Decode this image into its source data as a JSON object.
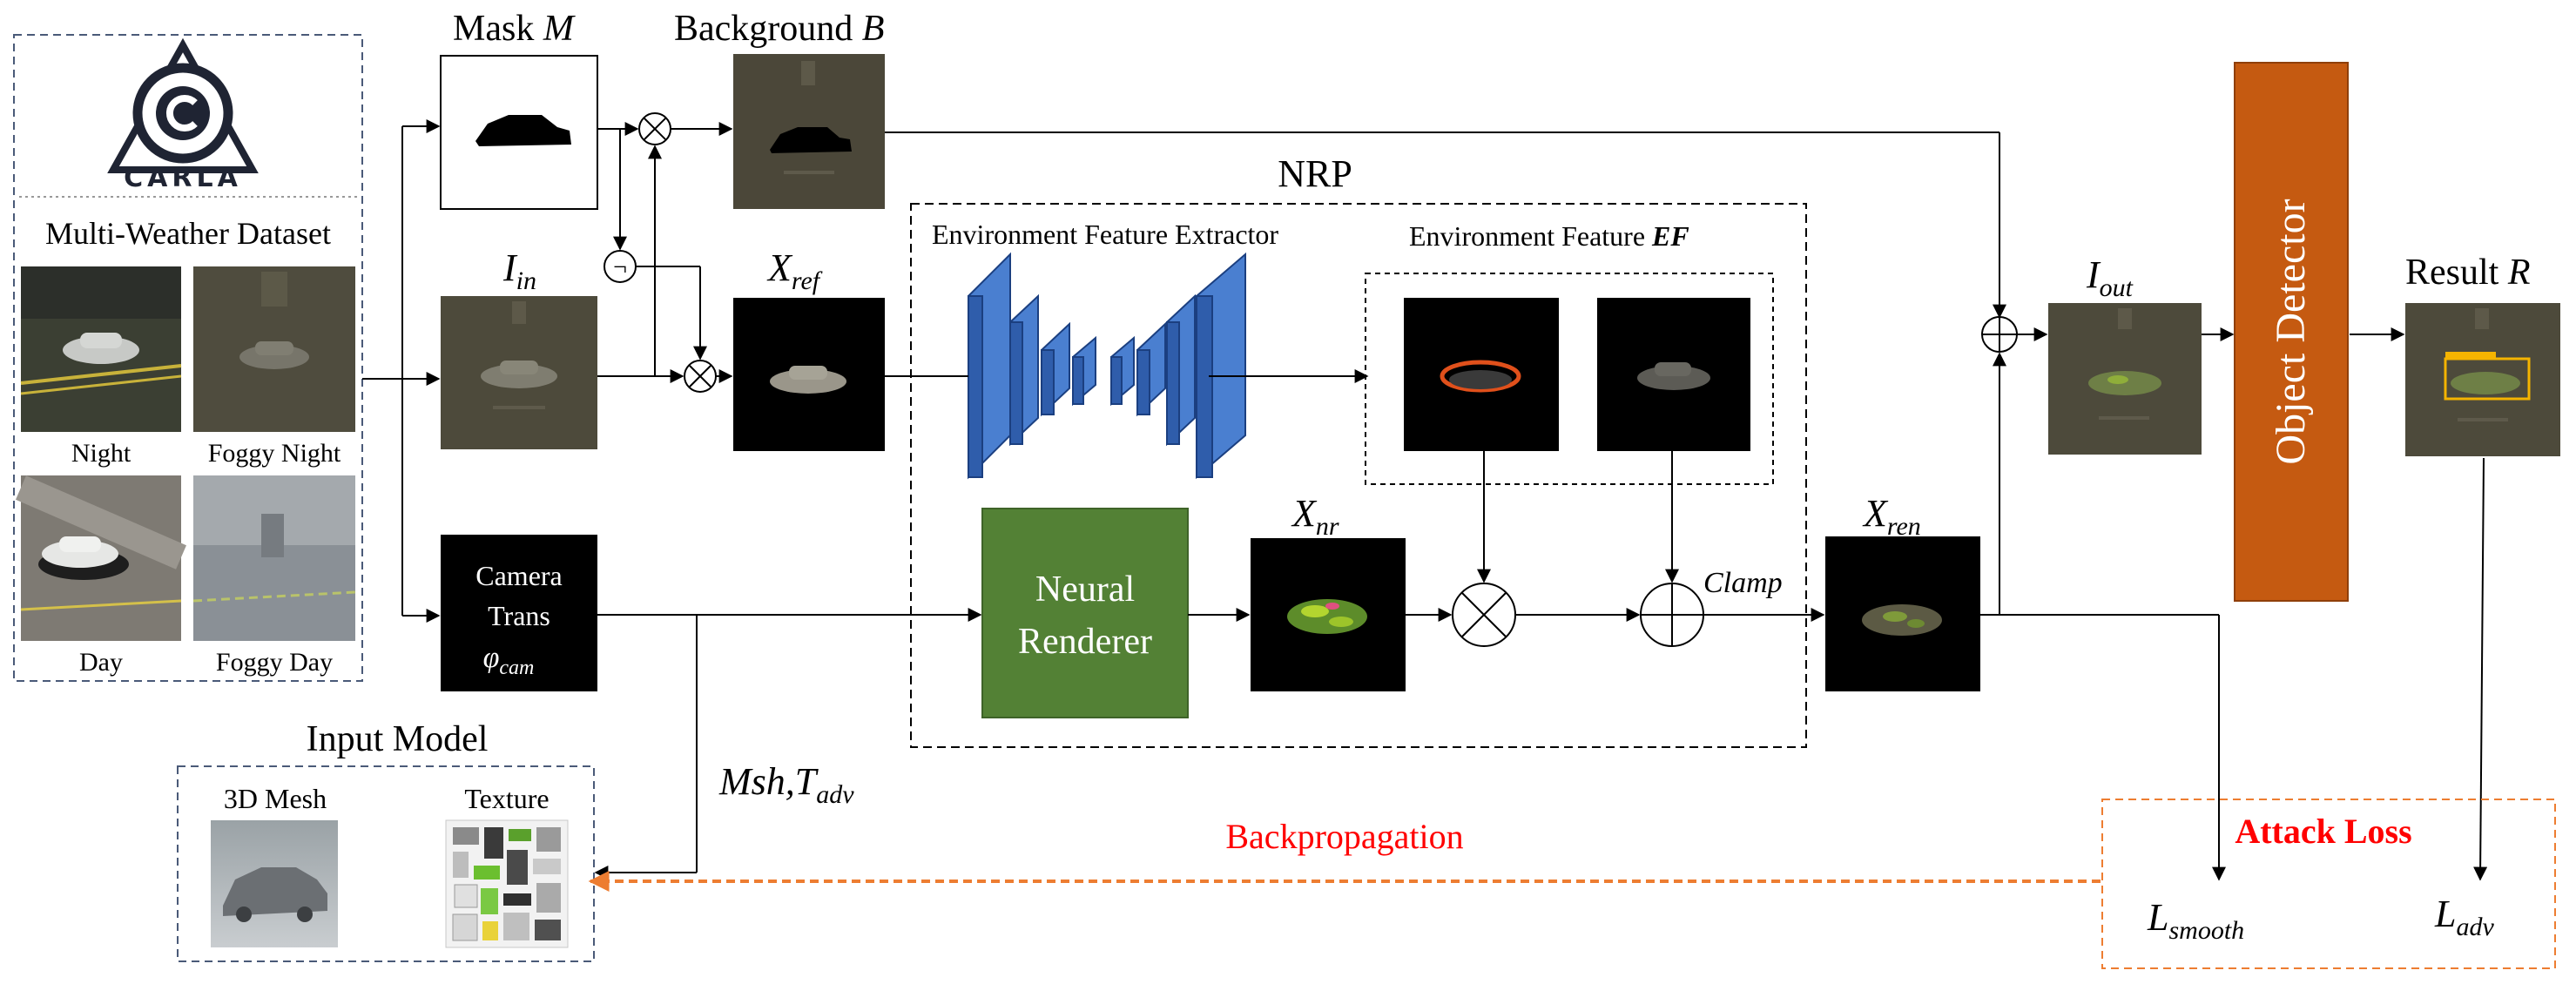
{
  "dataset": {
    "logo_text": "CARLA",
    "title": "Multi-Weather Dataset",
    "captions": [
      "Night",
      "Foggy Night",
      "Day",
      "Foggy Day"
    ]
  },
  "labels": {
    "mask_prefix": "Mask ",
    "mask_symbol": "M",
    "background_prefix": "Background ",
    "background_symbol": "B",
    "i_in_base": "I",
    "i_in_sub": "in",
    "x_ref_base": "X",
    "x_ref_sub": "ref",
    "x_nr_base": "X",
    "x_nr_sub": "nr",
    "x_ren_base": "X",
    "x_ren_sub": "ren",
    "i_out_base": "I",
    "i_out_sub": "out",
    "result_prefix": "Result ",
    "result_symbol": "R",
    "nrp_title": "NRP",
    "efe_title": "Environment  Feature Extractor",
    "ef_title_prefix": "Environment  Feature ",
    "ef_title_symbol": "EF",
    "clamp": "Clamp",
    "camera_line1": "Camera",
    "camera_line2": "Trans",
    "camera_line3_base": "φ",
    "camera_line3_sub": "cam",
    "neural_renderer_line1": "Neural",
    "neural_renderer_line2": "Renderer",
    "object_detector": "Object Detector",
    "input_model_title": "Input Model",
    "mesh_label": "3D Mesh",
    "texture_label": "Texture",
    "msh_text": "Msh,",
    "t_adv_base": "T",
    "t_adv_sub": "adv",
    "backprop": "Backpropagation",
    "attack_loss": "Attack Loss",
    "l_smooth_base": "L",
    "l_smooth_sub": "smooth",
    "l_adv_base": "L",
    "l_adv_sub": "adv",
    "not_symbol": "¬"
  },
  "colors": {
    "dash_border": "#4a5a78",
    "neural_renderer": "#538135",
    "object_detector": "#c55a11",
    "extractor_blue": "#2f5dab",
    "backprop": "#ed7d31",
    "attack_text": "#ff0000"
  }
}
